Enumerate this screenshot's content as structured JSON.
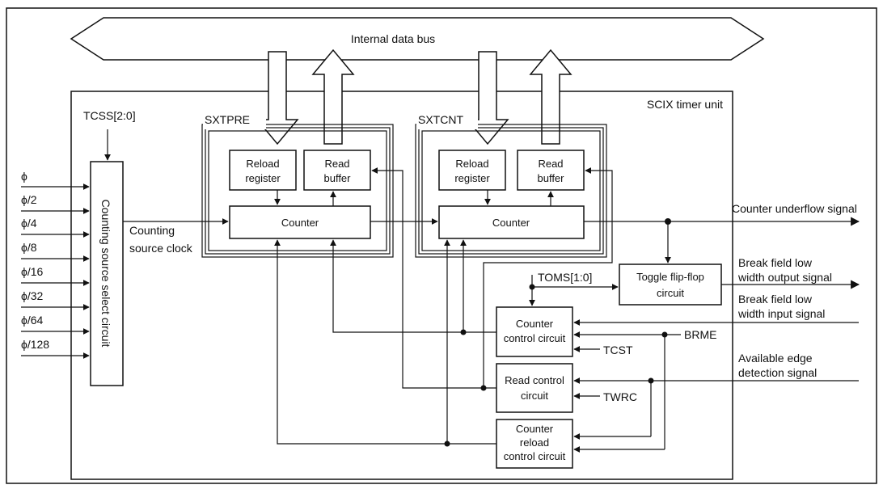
{
  "bus": {
    "label": "Internal data bus"
  },
  "unit": {
    "title": "SCIX timer unit"
  },
  "tcss": {
    "label": "TCSS[2:0]"
  },
  "clock_inputs": [
    "ϕ",
    "ϕ/2",
    "ϕ/4",
    "ϕ/8",
    "ϕ/16",
    "ϕ/32",
    "ϕ/64",
    "ϕ/128"
  ],
  "select_circuit": {
    "label": "Counting source select circuit"
  },
  "source_clock": {
    "line1": "Counting",
    "line2": "source clock"
  },
  "sxtpre": {
    "title": "SXTPRE",
    "reload": {
      "line1": "Reload",
      "line2": "register"
    },
    "read": {
      "line1": "Read",
      "line2": "buffer"
    },
    "counter": "Counter"
  },
  "sxtcnt": {
    "title": "SXTCNT",
    "reload": {
      "line1": "Reload",
      "line2": "register"
    },
    "read": {
      "line1": "Read",
      "line2": "buffer"
    },
    "counter": "Counter"
  },
  "toggle": {
    "line1": "Toggle flip-flop",
    "line2": "circuit"
  },
  "toms": {
    "label": "TOMS[1:0]"
  },
  "counter_control": {
    "line1": "Counter",
    "line2": "control circuit"
  },
  "read_control": {
    "line1": "Read control",
    "line2": "circuit"
  },
  "reload_control": {
    "line1": "Counter",
    "line2": "reload",
    "line3": "control circuit"
  },
  "signals": {
    "underflow": "Counter underflow signal",
    "break_out_1": "Break field low",
    "break_out_2": "width output signal",
    "break_in_1": "Break field low",
    "break_in_2": "width input signal",
    "edge_1": "Available edge",
    "edge_2": "detection signal",
    "brme": "BRME",
    "tcst": "TCST",
    "twrc": "TWRC"
  }
}
